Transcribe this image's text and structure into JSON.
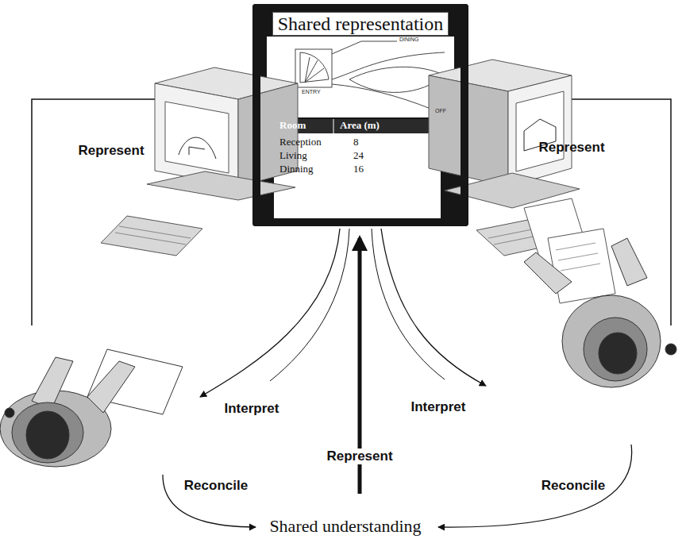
{
  "diagram": {
    "nodes": [
      {
        "text": [
          "Shared representation"
        ]
      }
    ],
    "labels": [
      "Represent",
      "Represent",
      "DINING",
      "ENTRY",
      "OFF",
      "Room",
      "Area (m)",
      "Reception",
      "8",
      "Living",
      "24",
      "Dinning",
      "16",
      "Interpret",
      "Interpret",
      "Represent",
      "Reconcile",
      "Reconcile",
      "Shared understanding"
    ]
  }
}
